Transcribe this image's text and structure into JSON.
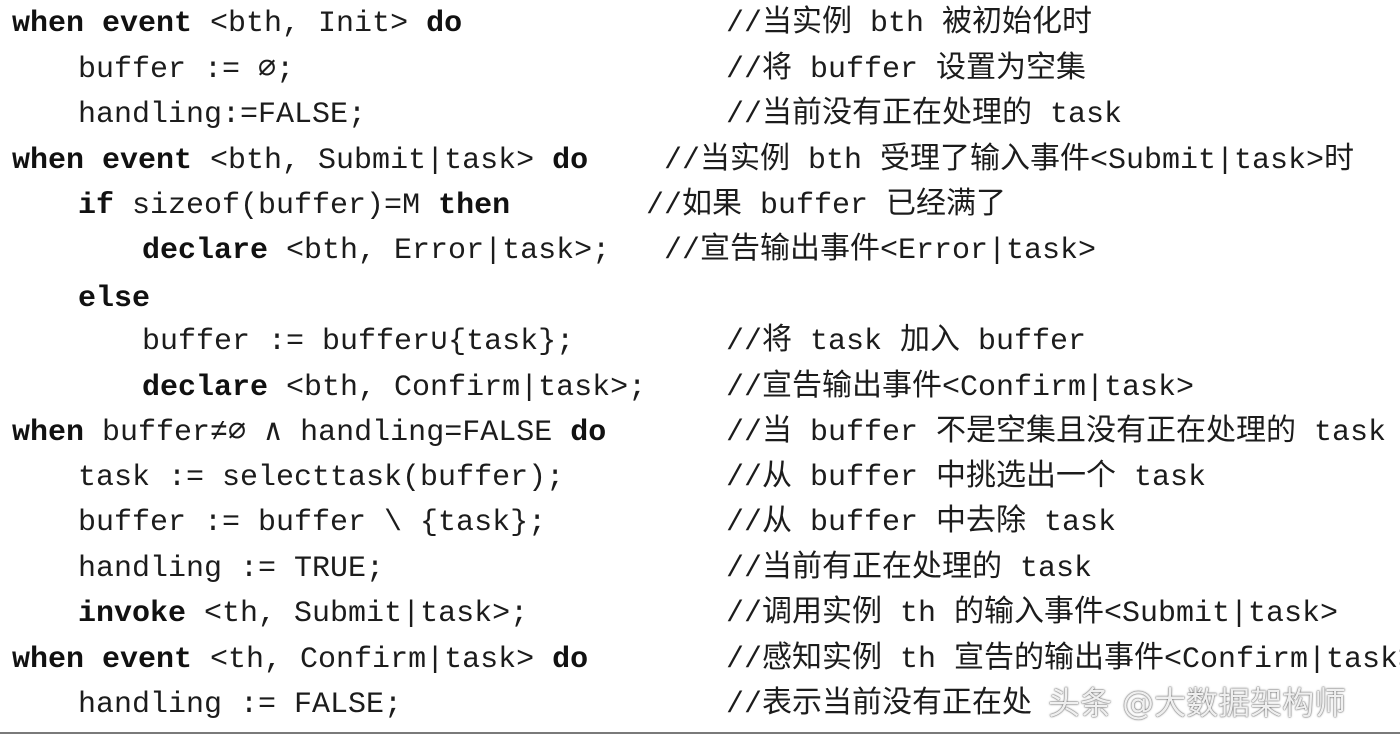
{
  "lines": [
    {
      "indent": 0,
      "segments": [
        {
          "t": "when event",
          "kw": true
        },
        {
          "t": " <bth, Init> ",
          "kw": false
        },
        {
          "t": "do",
          "kw": true
        }
      ],
      "comment": "//当实例 bth 被初始化时",
      "comment_col": "a"
    },
    {
      "indent": 1,
      "segments": [
        {
          "t": "buffer := ∅;",
          "kw": false
        }
      ],
      "comment": "//将 buffer 设置为空集",
      "comment_col": "a"
    },
    {
      "indent": 1,
      "segments": [
        {
          "t": "handling:=FALSE;",
          "kw": false
        }
      ],
      "comment": "//当前没有正在处理的 task",
      "comment_col": "a"
    },
    {
      "indent": 0,
      "segments": [
        {
          "t": "when event",
          "kw": true
        },
        {
          "t": " <bth, Submit|task> ",
          "kw": false
        },
        {
          "t": "do",
          "kw": true
        }
      ],
      "comment": " //当实例 bth 受理了输入事件<Submit|task>时",
      "comment_col": "b"
    },
    {
      "indent": 1,
      "segments": [
        {
          "t": "if",
          "kw": true
        },
        {
          "t": " sizeof(buffer)=M ",
          "kw": false
        },
        {
          "t": "then",
          "kw": true
        }
      ],
      "comment": "//如果 buffer 已经满了",
      "comment_col": "b"
    },
    {
      "indent": 2,
      "segments": [
        {
          "t": "declare",
          "kw": true
        },
        {
          "t": " <bth, Error|task>;",
          "kw": false
        }
      ],
      "comment": " //宣告输出事件<Error|task>",
      "comment_col": "b"
    },
    {
      "indent": 1,
      "segments": [
        {
          "t": "else",
          "kw": true
        }
      ],
      "comment": "",
      "comment_col": "a"
    },
    {
      "indent": 2,
      "segments": [
        {
          "t": "buffer := buffer∪{task};",
          "kw": false
        }
      ],
      "comment": "//将 task 加入 buffer",
      "comment_col": "a"
    },
    {
      "indent": 2,
      "segments": [
        {
          "t": "declare",
          "kw": true
        },
        {
          "t": " <bth, Confirm|task>;",
          "kw": false
        }
      ],
      "comment": "//宣告输出事件<Confirm|task>",
      "comment_col": "a"
    },
    {
      "indent": 0,
      "segments": [
        {
          "t": "when",
          "kw": true
        },
        {
          "t": " buffer≠∅ ∧ handling=FALSE ",
          "kw": false
        },
        {
          "t": "do",
          "kw": true
        }
      ],
      "comment": "//当 buffer 不是空集且没有正在处理的 task",
      "comment_col": "a"
    },
    {
      "indent": 1,
      "segments": [
        {
          "t": "task := selecttask(buffer);",
          "kw": false
        }
      ],
      "comment": "//从 buffer 中挑选出一个 task",
      "comment_col": "a"
    },
    {
      "indent": 1,
      "segments": [
        {
          "t": "buffer := buffer \\ {task};",
          "kw": false
        }
      ],
      "comment": "//从 buffer 中去除 task",
      "comment_col": "a"
    },
    {
      "indent": 1,
      "segments": [
        {
          "t": "handling := TRUE;",
          "kw": false
        }
      ],
      "comment": "//当前有正在处理的 task",
      "comment_col": "a"
    },
    {
      "indent": 1,
      "segments": [
        {
          "t": "invoke",
          "kw": true
        },
        {
          "t": " <th, Submit|task>;",
          "kw": false
        }
      ],
      "comment": "//调用实例 th 的输入事件<Submit|task>",
      "comment_col": "a"
    },
    {
      "indent": 0,
      "segments": [
        {
          "t": "when event",
          "kw": true
        },
        {
          "t": " <th, Confirm|task> ",
          "kw": false
        },
        {
          "t": "do",
          "kw": true
        }
      ],
      "comment": "//感知实例 th 宣告的输出事件<Confirm|task>",
      "comment_col": "a"
    },
    {
      "indent": 1,
      "segments": [
        {
          "t": "handling := FALSE;",
          "kw": false
        }
      ],
      "comment": "//表示当前没有正在处",
      "comment_col": "a"
    }
  ],
  "watermark": "头条 @大数据架构师"
}
